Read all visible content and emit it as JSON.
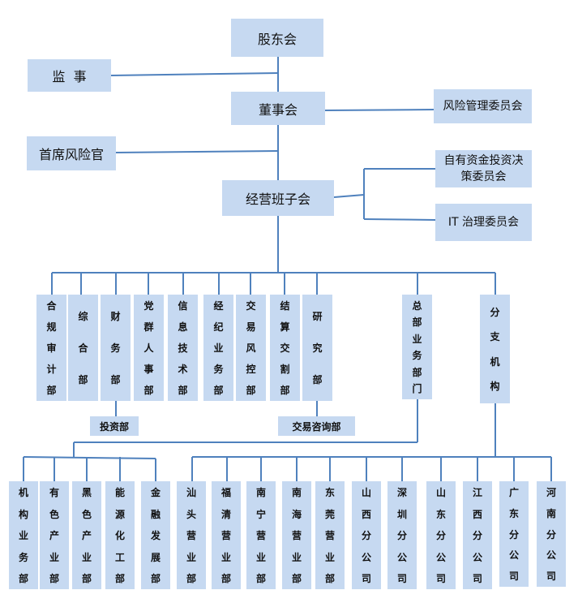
{
  "top": {
    "shareholders": "股东会",
    "supervisors": "监  事",
    "board": "董事会",
    "risk_committee": "风险管理委员会",
    "cro": "首席风险官",
    "management": "经营班子会",
    "investment_committee": "自有资金投资决策委员会",
    "it_committee": "IT 治理委员会"
  },
  "departments": [
    {
      "label": "合规审计部",
      "chars": [
        "合",
        "规",
        "审",
        "计",
        "部"
      ]
    },
    {
      "label": "综合部",
      "chars": [
        "综",
        "合",
        "部"
      ]
    },
    {
      "label": "财务部",
      "chars": [
        "财",
        "务",
        "部"
      ]
    },
    {
      "label": "党群人事部",
      "chars": [
        "党",
        "群",
        "人",
        "事",
        "部"
      ]
    },
    {
      "label": "信息技术部",
      "chars": [
        "信",
        "息",
        "技",
        "术",
        "部"
      ]
    },
    {
      "label": "经纪业务部",
      "chars": [
        "经",
        "纪",
        "业",
        "务",
        "部"
      ]
    },
    {
      "label": "交易风控部",
      "chars": [
        "交",
        "易",
        "风",
        "控",
        "部"
      ]
    },
    {
      "label": "结算交割部",
      "chars": [
        "结",
        "算",
        "交",
        "割",
        "部"
      ]
    },
    {
      "label": "研究部",
      "chars": [
        "研",
        "究",
        "部"
      ]
    },
    {
      "label": "总部业务部门",
      "chars": [
        "总",
        "部",
        "业",
        "务",
        "部",
        "门"
      ]
    },
    {
      "label": "分支机构",
      "chars": [
        "分",
        "支",
        "机",
        "构"
      ]
    }
  ],
  "sub_units": {
    "investment_dept": "投资部",
    "trading_advisory_dept": "交易咨询部"
  },
  "hq_business": [
    {
      "label": "机构业务部",
      "chars": [
        "机",
        "构",
        "业",
        "务",
        "部"
      ]
    },
    {
      "label": "有色产业部",
      "chars": [
        "有",
        "色",
        "产",
        "业",
        "部"
      ]
    },
    {
      "label": "黑色产业部",
      "chars": [
        "黑",
        "色",
        "产",
        "业",
        "部"
      ]
    },
    {
      "label": "能源化工部",
      "chars": [
        "能",
        "源",
        "化",
        "工",
        "部"
      ]
    },
    {
      "label": "金融发展部",
      "chars": [
        "金",
        "融",
        "发",
        "展",
        "部"
      ]
    }
  ],
  "branches": [
    {
      "label": "汕头营业部",
      "chars": [
        "汕",
        "头",
        "营",
        "业",
        "部"
      ]
    },
    {
      "label": "福清营业部",
      "chars": [
        "福",
        "清",
        "营",
        "业",
        "部"
      ]
    },
    {
      "label": "南宁营业部",
      "chars": [
        "南",
        "宁",
        "营",
        "业",
        "部"
      ]
    },
    {
      "label": "南海营业部",
      "chars": [
        "南",
        "海",
        "营",
        "业",
        "部"
      ]
    },
    {
      "label": "东莞营业部",
      "chars": [
        "东",
        "莞",
        "营",
        "业",
        "部"
      ]
    },
    {
      "label": "山西分公司",
      "chars": [
        "山",
        "西",
        "分",
        "公",
        "司"
      ]
    },
    {
      "label": "深圳分公司",
      "chars": [
        "深",
        "圳",
        "分",
        "公",
        "司"
      ]
    },
    {
      "label": "山东分公司",
      "chars": [
        "山",
        "东",
        "分",
        "公",
        "司"
      ]
    },
    {
      "label": "江西分公司",
      "chars": [
        "江",
        "西",
        "分",
        "公",
        "司"
      ]
    },
    {
      "label": "广东分公司",
      "chars": [
        "广",
        "东",
        "分",
        "公",
        "司"
      ]
    },
    {
      "label": "河南分公司",
      "chars": [
        "河",
        "南",
        "分",
        "公",
        "司"
      ]
    }
  ],
  "colors": {
    "box_fill": "#c6d9f1",
    "line": "#4f81bd"
  }
}
